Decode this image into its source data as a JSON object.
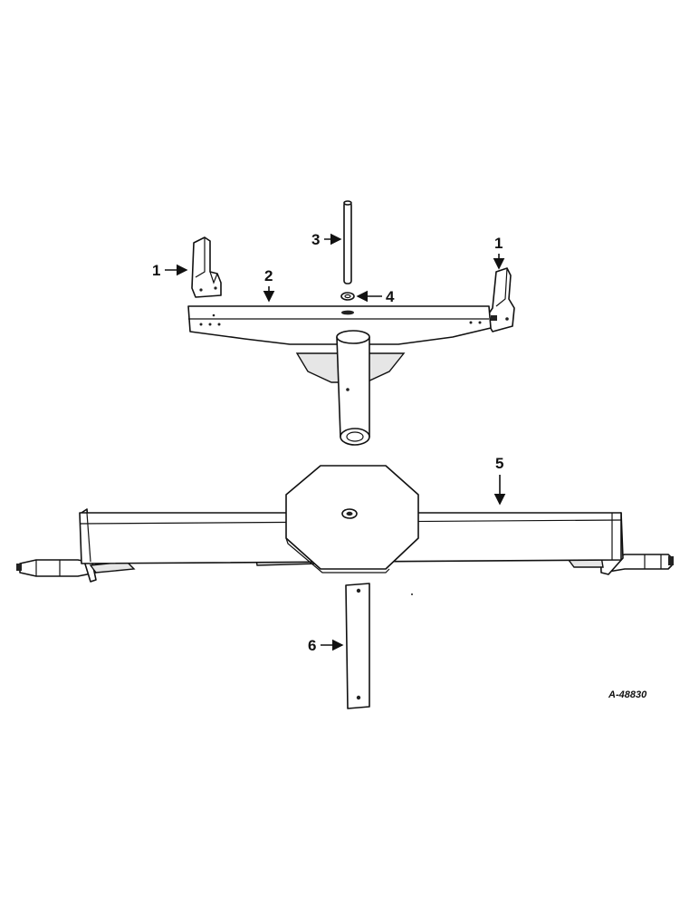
{
  "callouts": {
    "c1_left": "1",
    "c1_right": "1",
    "c2": "2",
    "c3": "3",
    "c4": "4",
    "c5": "5",
    "c6": "6"
  },
  "reference_code": "A-48830"
}
